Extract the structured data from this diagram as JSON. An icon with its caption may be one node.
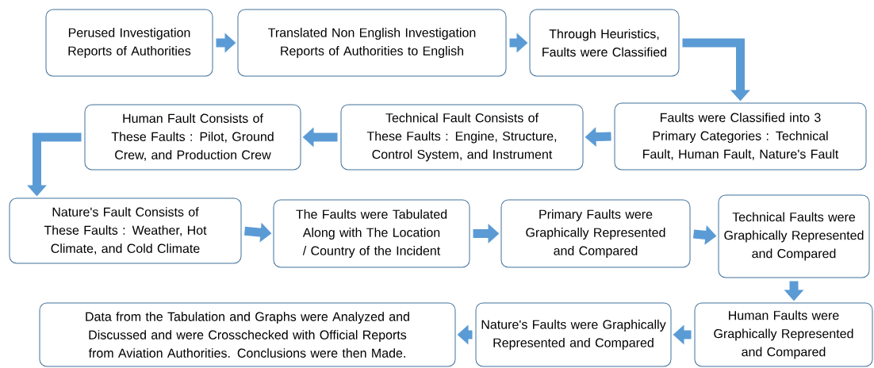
{
  "diagram": {
    "nodes": [
      {
        "text": [
          "Perused Investigation Reports of Authorities"
        ]
      },
      {
        "text": [
          "Translated Non English Investigation Reports of Authorities to English"
        ]
      },
      {
        "text": [
          "Through Heuristics, Faults were Classified"
        ]
      },
      {
        "text": [
          "Faults were Classified into 3 Primary Categories : Technical Fault, Human Fault, Nature's Fault"
        ]
      },
      {
        "text": [
          "Technical Fault Consists of These Faults : Engine, Structure, Control System, and Instrument"
        ]
      },
      {
        "text": [
          "Human Fault Consists of These Faults : Pilot, Ground Crew, and Production Crew"
        ]
      },
      {
        "text": [
          "Nature's Fault Consists of These Faults : Weather, Hot Climate, and Cold Climate"
        ]
      },
      {
        "text": [
          "The Faults were Tabulated Along with The Location / Country of the Incident"
        ]
      },
      {
        "text": [
          "Primary Faults were Graphically Represented and Compared"
        ]
      },
      {
        "text": [
          "Technical Faults were Graphically Represented and Compared"
        ]
      },
      {
        "text": [
          "Human Faults were Graphically Represented and Compared"
        ]
      },
      {
        "text": [
          "Nature's Faults were Graphically Represented and Compared"
        ]
      },
      {
        "text": [
          "Data from the Tabulation and Graphs were Analyzed and Discussed and were Crosschecked with Official Reports from Aviation Authorities. Conclusions were then Made."
        ]
      }
    ],
    "edges": [
      {
        "from": 0,
        "to": 1,
        "arrow": "to"
      },
      {
        "from": 1,
        "to": 2,
        "arrow": "to"
      },
      {
        "from": 2,
        "to": 3,
        "arrow": "to"
      },
      {
        "from": 3,
        "to": 4,
        "arrow": "to"
      },
      {
        "from": 4,
        "to": 5,
        "arrow": "to"
      },
      {
        "from": 5,
        "to": 6,
        "arrow": "to"
      },
      {
        "from": 6,
        "to": 7,
        "arrow": "to"
      },
      {
        "from": 7,
        "to": 8,
        "arrow": "to"
      },
      {
        "from": 8,
        "to": 9,
        "arrow": "to"
      },
      {
        "from": 9,
        "to": 10,
        "arrow": "to"
      },
      {
        "from": 10,
        "to": 11,
        "arrow": "to"
      },
      {
        "from": 11,
        "to": 12,
        "arrow": "to"
      }
    ]
  }
}
